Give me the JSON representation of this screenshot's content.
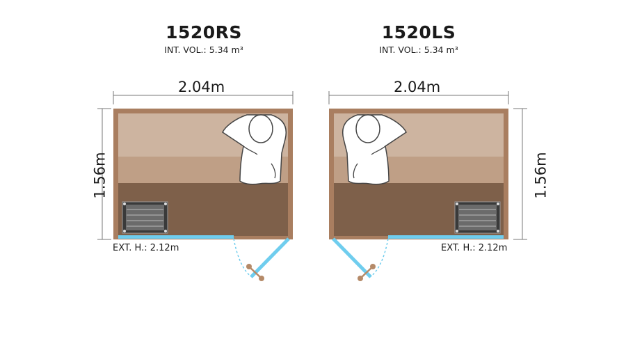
{
  "units": [
    {
      "model": "1520RS",
      "int_vol": "INT. VOL.: 5.34 m³",
      "width": "2.04m",
      "depth": "1.56m",
      "ext_height": "EXT. H.: 2.12m"
    },
    {
      "model": "1520LS",
      "int_vol": "INT. VOL.: 5.34 m³",
      "width": "2.04m",
      "depth": "1.56m",
      "ext_height": "EXT. H.: 2.12m"
    }
  ],
  "colors": {
    "wall": "#a97e60",
    "bench_light": "#cdb4a0",
    "bench_mid": "#bf9f86",
    "floor": "#7e604a",
    "glass": "#6fcdee",
    "handle": "#b58a68"
  }
}
